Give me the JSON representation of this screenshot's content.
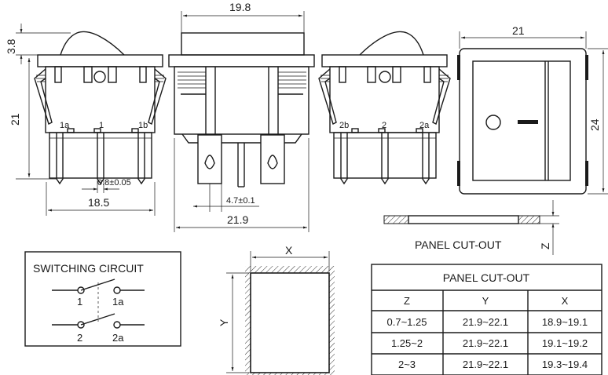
{
  "dimensions": {
    "top_width": "19.8",
    "top_height": "3.8",
    "body_height": "21",
    "face_width": "21",
    "face_height": "24",
    "pin_thickness": "0.8±0.05",
    "pin_spacing": "18.5",
    "tab_spacing": "4.7±0.1",
    "base_width": "21.9",
    "cutout_x": "X",
    "cutout_y": "Y",
    "panel_z": "Z"
  },
  "pins_left": [
    "1a",
    "1",
    "1b"
  ],
  "pins_right": [
    "2b",
    "2",
    "2a"
  ],
  "panel_cutout_label": "PANEL CUT-OUT",
  "switching_circuit": {
    "title": "SWITCHING CIRCUIT",
    "terminals": [
      "1",
      "1a",
      "2",
      "2a"
    ]
  },
  "cutout_table": {
    "title": "PANEL CUT-OUT",
    "headers": [
      "Z",
      "Y",
      "X"
    ],
    "rows": [
      [
        "0.7~1.25",
        "21.9~22.1",
        "18.9~19.1"
      ],
      [
        "1.25~2",
        "21.9~22.1",
        "19.1~19.2"
      ],
      [
        "2~3",
        "21.9~22.1",
        "19.3~19.4"
      ]
    ]
  }
}
